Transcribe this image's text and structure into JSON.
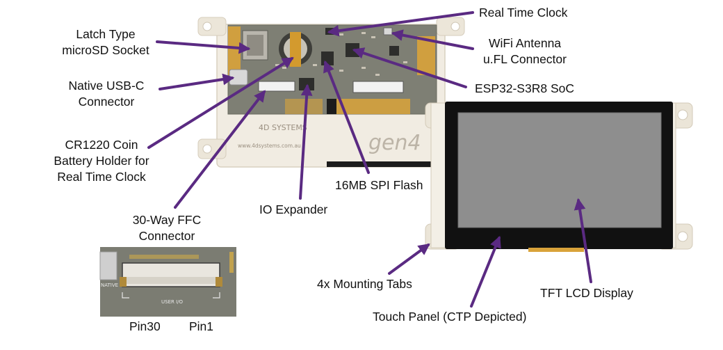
{
  "colors": {
    "arrow": "#5a2a82",
    "pcb": "#7e7f74",
    "frame": "#ece6d9",
    "gold": "#d9a33a",
    "lcd_glass": "#8e8e8e",
    "lcd_bezel": "#111111"
  },
  "labels": {
    "rtc": "Real Time Clock",
    "sd_line1": "Latch Type",
    "sd_line2": "microSD Socket",
    "wifi_line1": "WiFi Antenna",
    "wifi_line2": "u.FL Connector",
    "usb_line1": "Native USB-C",
    "usb_line2": "Connector",
    "soc": "ESP32-S3R8 SoC",
    "battery_line1": "CR1220 Coin",
    "battery_line2": "Battery Holder for",
    "battery_line3": "Real Time Clock",
    "flash": "16MB SPI Flash",
    "ffc_line1": "30-Way FFC",
    "ffc_line2": "Connector",
    "io": "IO Expander",
    "tabs": "4x Mounting Tabs",
    "tft": "TFT LCD Display",
    "touch": "Touch Panel (CTP Depicted)",
    "pin30": "Pin30",
    "pin1": "Pin1"
  },
  "board_silkscreen": {
    "brand": "4D SYSTEMS",
    "url": "www.4dsystems.com.au",
    "model": "gen4",
    "inset_user_io": "USER I/O",
    "inset_native": "NATIVE"
  }
}
